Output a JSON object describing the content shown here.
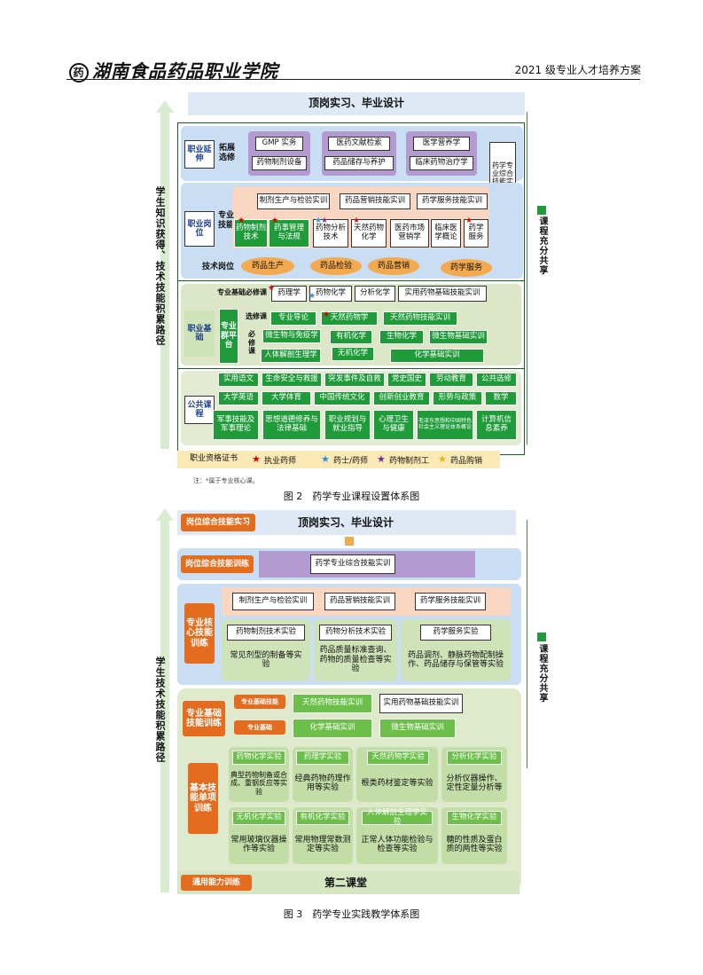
{
  "header": {
    "school_logo_text": "湖南食品药品职业学院",
    "doc_title": "2021 级专业人才培养方案"
  },
  "fig2": {
    "top": "顶岗实习、毕业设计",
    "left_path": "学生知识获得、技术技能积累路径",
    "right_share": "课程充分共享",
    "zhiye_yanshen": "职业延伸",
    "tuozhan": "拓展选修",
    "yanshen_groups": [
      [
        "GMP 实务",
        "药物制剂设备"
      ],
      [
        "医药文献检索",
        "药品储存与养护"
      ],
      [
        "医学营养学",
        "临床药物治疗学"
      ]
    ],
    "zonghe": "药学专业综合技能实训",
    "zhiye_gangwei": "职业岗位",
    "zhuanye_jineng": "专业技能",
    "shixun": [
      "制剂生产与检验实训",
      "药品营销技能实训",
      "药学服务技能实训"
    ],
    "jineng_courses": [
      "药物制剂技术",
      "药事管理与法规",
      "药物分析技术",
      "天然药物化学",
      "医药市场营销学",
      "临床医学概论",
      "药学服务"
    ],
    "jishu_gangwei": "技术岗位",
    "posts": [
      "药品生产",
      "药品检验",
      "药品营销",
      "药学服务"
    ],
    "zhiye_jichu": "职业基础",
    "bixiu_label": "专业基础必修课",
    "bixiu": [
      "药理学",
      "药物化学",
      "分析化学",
      "实用药物基础技能实训"
    ],
    "qunpingtai": "专业群平台",
    "xuanxiu": "选修课",
    "bixiu2": "必修课",
    "platform": [
      "专业导论",
      "天然药物学",
      "天然药物技能实训",
      "微生物与免疫学",
      "有机化学",
      "生物化学",
      "微生物基础实训",
      "人体解剖生理学",
      "无机化学",
      "化学基础实训"
    ],
    "gonggong": "公共课程",
    "public": [
      "实用语文",
      "生命安全与救援",
      "突发事件及自救",
      "党史国史",
      "劳动教育",
      "公共选修",
      "大学英语",
      "大学体育",
      "中国传统文化",
      "创新创业教育",
      "形势与政策",
      "数学",
      "军事技能及军事理论",
      "思想道德修养与法律基础",
      "职业规划与就业指导",
      "心理卫生与健康",
      "毛泽东思想和中国特色社会主义理论体系概论",
      "计算机信息素养"
    ],
    "cert_label": "职业资格证书",
    "certs": [
      "执业药师",
      "药士/药师",
      "药物制剂工",
      "药品购销"
    ],
    "note": "注：*属于专业核心课。",
    "caption": "图 2　药学专业课程设置体系图"
  },
  "fig3": {
    "top": "顶岗实习、毕业设计",
    "left_path": "学生技术技能积累路径",
    "right_share": "课程充分共享",
    "l1": "岗位综合技能实习",
    "l2": "岗位综合技能训练",
    "zonghe": "药学专业综合技能实训",
    "core": "专业核心技能训练",
    "core_shixun": [
      "制剂生产与检验实训",
      "药品营销技能实训",
      "药学服务技能实训"
    ],
    "core_exp": [
      {
        "t": "药物制剂技术实验",
        "d": "常见剂型的制备等实验"
      },
      {
        "t": "药物分析技术实验",
        "d": "药品质量标准查询、药物的质量检查等实验"
      },
      {
        "t": "药学服务实验",
        "d": "药品调剂、静脉药物配制操作、药品储存与保管等实验"
      }
    ],
    "base": "专业基础技能训练",
    "jineng_label": "专业基础技能",
    "jichu_label": "专业基础",
    "base_items": [
      "天然药物技能实训",
      "实用药物基础技能实训",
      "化学基础实训",
      "微生物基础实训"
    ],
    "single": "基本技能单项训练",
    "single_exp": [
      {
        "t": "药物化学实验",
        "d": "典型药物制备或合成、重钢反应等实验"
      },
      {
        "t": "药理学实验",
        "d": "经典药物药理作用等实验"
      },
      {
        "t": "天然药物学实验",
        "d": "根类药材鉴定等实验"
      },
      {
        "t": "分析化学实验",
        "d": "分析仪器操作、定性定量分析等"
      },
      {
        "t": "无机化学实验",
        "d": "常用玻璃仪器操作等实验"
      },
      {
        "t": "有机化学实验",
        "d": "常用物理常数测定等实验"
      },
      {
        "t": "人体解剖生理学实验",
        "d": "正常人体功能检验与检查等实验"
      },
      {
        "t": "生物化学实验",
        "d": "糖的性质及蛋白质的两性等实验"
      }
    ],
    "general": "通用能力训练",
    "second": "第二课堂",
    "caption": "图 3　药学专业实践教学体系图"
  }
}
